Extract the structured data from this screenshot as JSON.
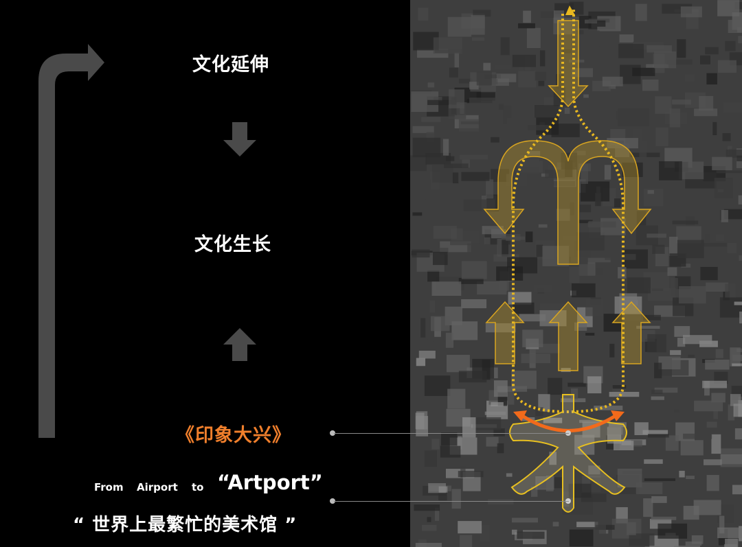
{
  "flow": {
    "top_label": "文化延伸",
    "middle_label": "文化生长",
    "highlight_label": "《印象大兴》",
    "tagline_parts": [
      "From",
      "Airport",
      "to",
      "“Artport”"
    ],
    "subtitle": "“ 世界上最繁忙的美术馆 ”"
  },
  "colors": {
    "background": "#000000",
    "arrow_gray": "#4a4a4a",
    "highlight_orange": "#f07f2c",
    "route_yellow": "#e8b820",
    "arc_orange": "#f26a1b"
  }
}
